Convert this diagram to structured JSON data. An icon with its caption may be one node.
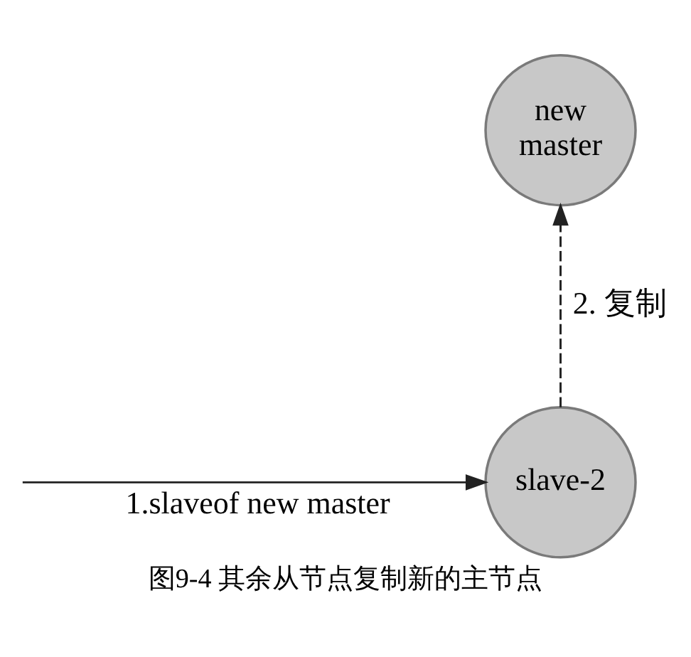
{
  "diagram": {
    "caption": "图9-4 其余从节点复制新的主节点",
    "nodes": [
      {
        "text": [
          "new master"
        ]
      },
      {
        "text": [
          "slave-2"
        ]
      }
    ],
    "edges": [
      {
        "from": null,
        "to": 1,
        "arrow": "to",
        "label": "1.slaveof new master"
      },
      {
        "from": 1,
        "to": 0,
        "arrow": "to",
        "label": "2. 复制",
        "style": "dashed"
      }
    ]
  }
}
